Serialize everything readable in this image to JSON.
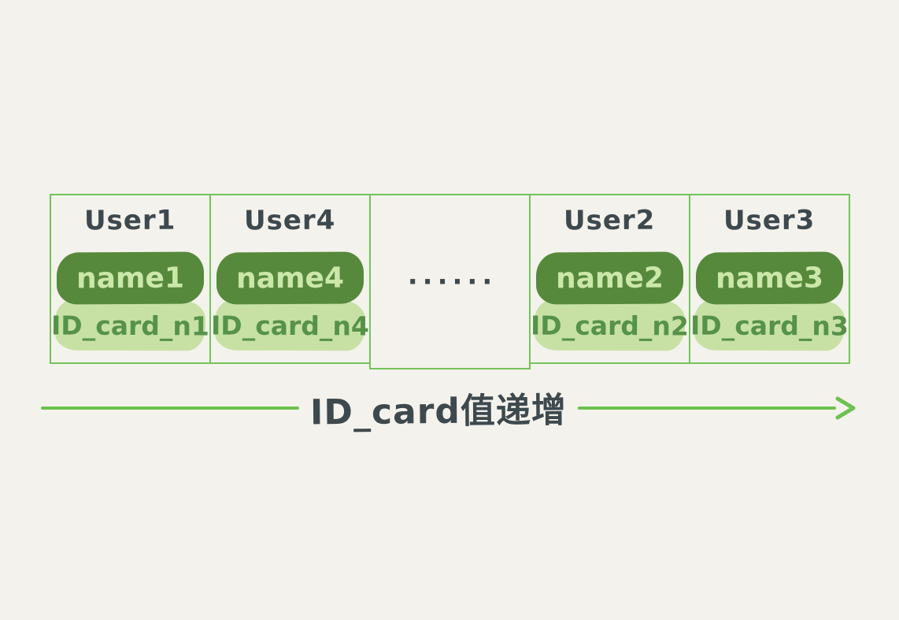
{
  "palette": {
    "background": "#f4f2ec",
    "line_green": "#72c45a",
    "arrow_green": "#6cc24f",
    "dark_badge": "#57893c",
    "dark_badge_text": "#cbe7a9",
    "light_badge": "#c7e1a5",
    "light_badge_text": "#569249",
    "ink": "#3e494e"
  },
  "table": {
    "cells": [
      {
        "kind": "user",
        "title": "User1",
        "name": "name1",
        "id_card": "ID_card_n1"
      },
      {
        "kind": "user",
        "title": "User4",
        "name": "name4",
        "id_card": "ID_card_n4"
      },
      {
        "kind": "ellipsis",
        "text": "······"
      },
      {
        "kind": "user",
        "title": "User2",
        "name": "name2",
        "id_card": "ID_card_n2"
      },
      {
        "kind": "user",
        "title": "User3",
        "name": "name3",
        "id_card": "ID_card_n3"
      }
    ]
  },
  "arrow": {
    "label": "ID_card值递增"
  }
}
